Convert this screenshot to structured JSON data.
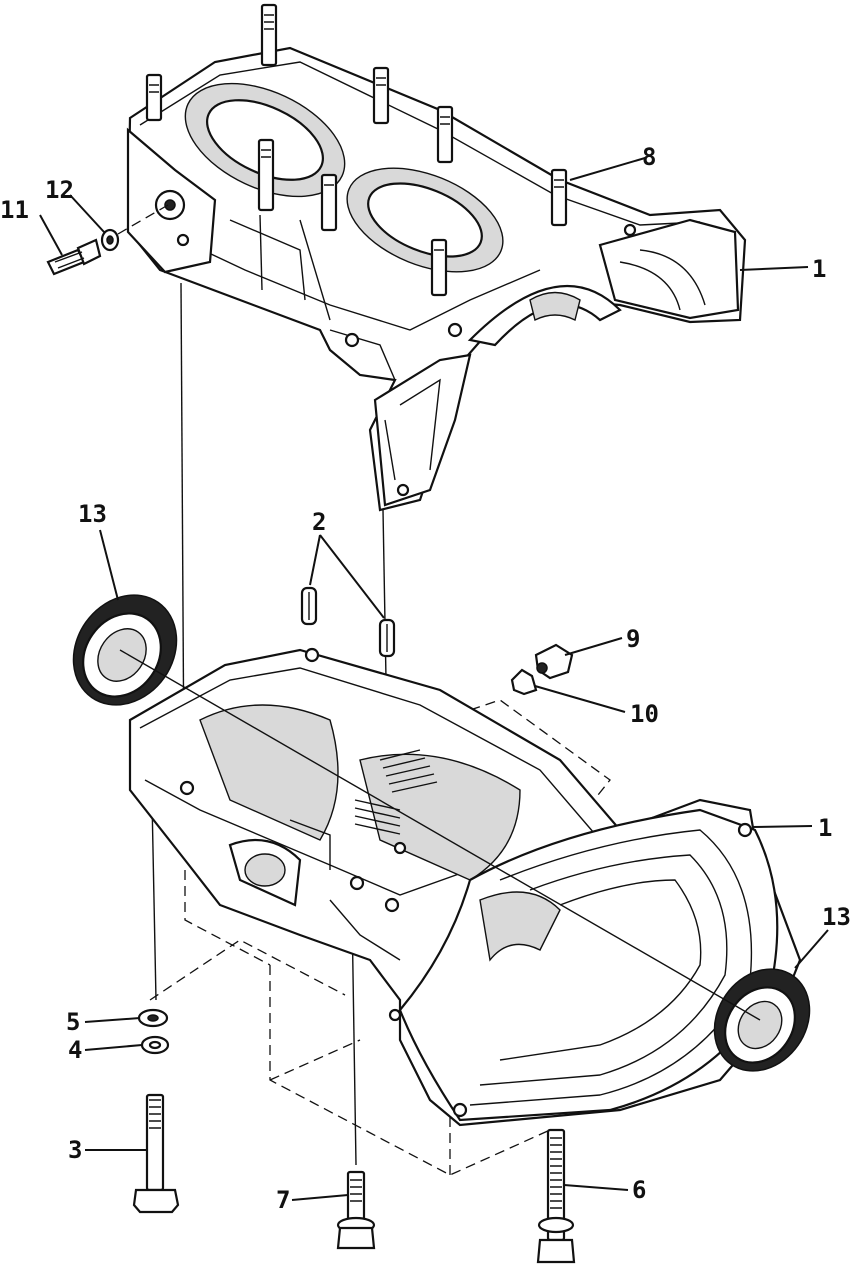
{
  "callouts": {
    "c1_upper": "1",
    "c1_lower": "1",
    "c2": "2",
    "c3": "3",
    "c4": "4",
    "c5": "5",
    "c6": "6",
    "c7": "7",
    "c8": "8",
    "c9": "9",
    "c10": "10",
    "c11": "11",
    "c12": "12",
    "c13_left": "13",
    "c13_right": "13"
  }
}
